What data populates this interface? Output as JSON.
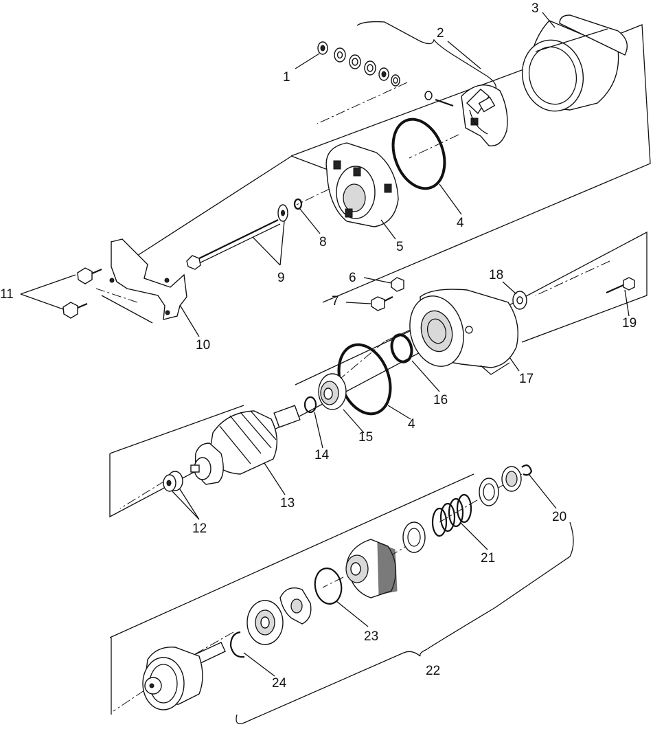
{
  "diagram": {
    "type": "exploded-parts-view",
    "callouts": [
      {
        "id": "1",
        "text": "1"
      },
      {
        "id": "2",
        "text": "2"
      },
      {
        "id": "3",
        "text": "3"
      },
      {
        "id": "4a",
        "text": "4"
      },
      {
        "id": "5",
        "text": "5"
      },
      {
        "id": "6",
        "text": "6"
      },
      {
        "id": "7",
        "text": "7"
      },
      {
        "id": "8",
        "text": "8"
      },
      {
        "id": "9",
        "text": "9"
      },
      {
        "id": "10",
        "text": "10"
      },
      {
        "id": "11",
        "text": "11"
      },
      {
        "id": "12",
        "text": "12"
      },
      {
        "id": "13",
        "text": "13"
      },
      {
        "id": "14",
        "text": "14"
      },
      {
        "id": "15",
        "text": "15"
      },
      {
        "id": "4b",
        "text": "4"
      },
      {
        "id": "16",
        "text": "16"
      },
      {
        "id": "17",
        "text": "17"
      },
      {
        "id": "18",
        "text": "18"
      },
      {
        "id": "19",
        "text": "19"
      },
      {
        "id": "20",
        "text": "20"
      },
      {
        "id": "21",
        "text": "21"
      },
      {
        "id": "22",
        "text": "22"
      },
      {
        "id": "23",
        "text": "23"
      },
      {
        "id": "24",
        "text": "24"
      }
    ]
  }
}
